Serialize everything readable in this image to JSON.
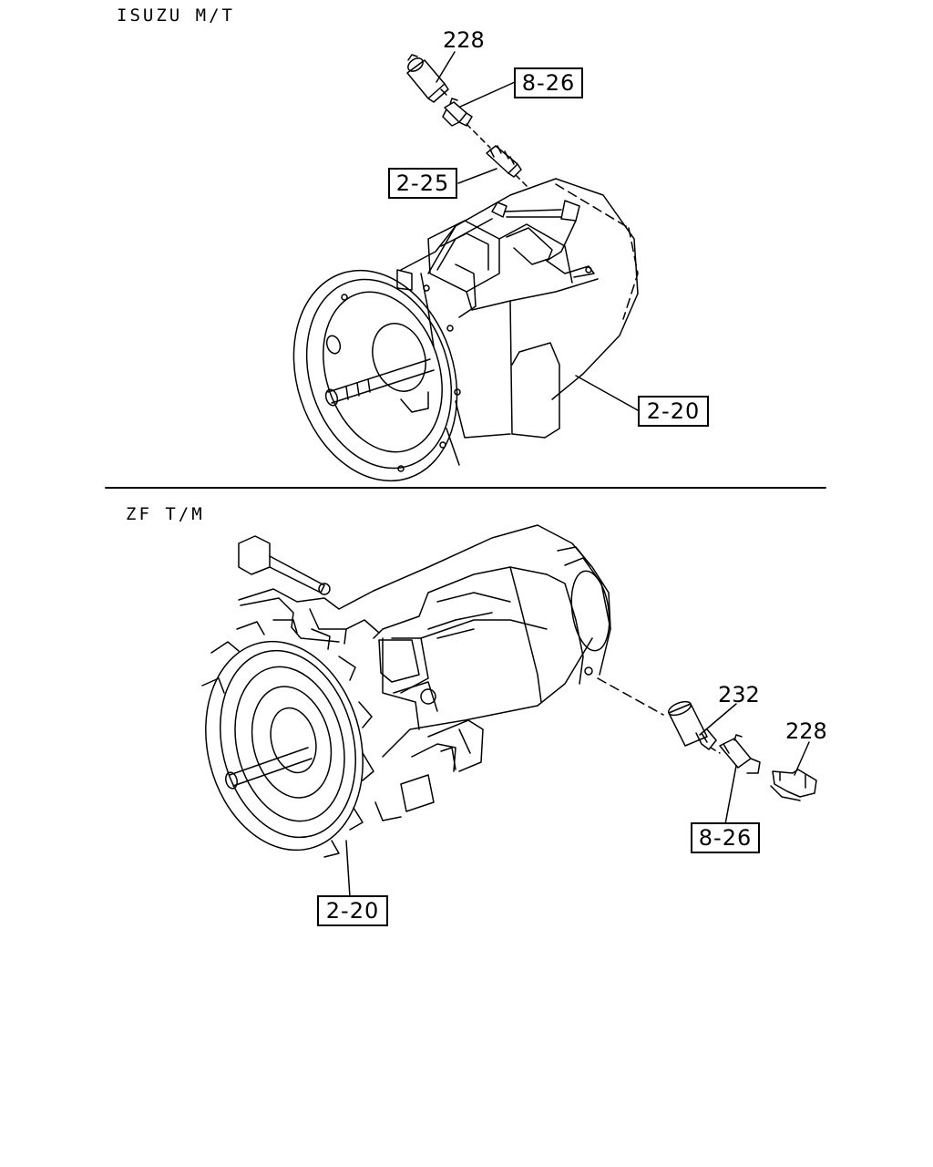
{
  "sections": [
    {
      "title": "ISUZU M/T",
      "labels": {
        "part_top": "228",
        "ref_sensor": "8-26",
        "ref_shaft": "2-25",
        "ref_transmission": "2-20"
      }
    },
    {
      "title": "ZF T/M",
      "labels": {
        "part_adapter": "232",
        "part_clip": "228",
        "ref_sensor": "8-26",
        "ref_transmission": "2-20"
      }
    }
  ]
}
